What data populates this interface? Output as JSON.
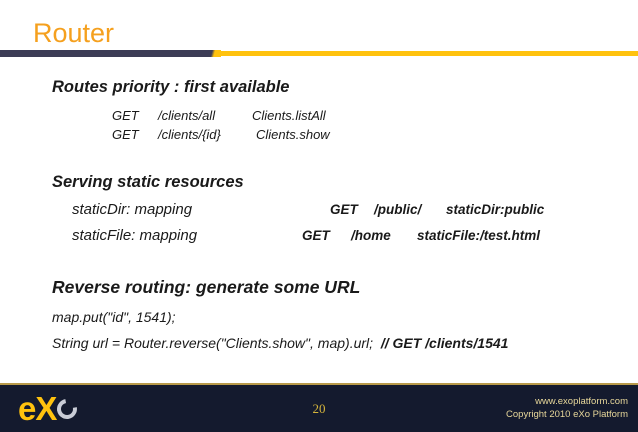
{
  "slide": {
    "title": "Router",
    "page_number": "20",
    "accent_orange": "#F5A01E",
    "accent_yellow": "#FFC20E",
    "navy": "#3c3c56",
    "footer_navy": "#141a2e"
  },
  "sections": {
    "routes": {
      "heading": "Routes priority : first available",
      "rows": [
        {
          "method": "GET",
          "path": "/clients/all",
          "handler": "Clients.listAll"
        },
        {
          "method": "GET",
          "path": "/clients/{id}",
          "handler": "Clients.show"
        }
      ]
    },
    "static": {
      "heading": "Serving static resources",
      "rows": [
        {
          "label": "staticDir: mapping",
          "method": "GET",
          "path": "/public/",
          "handler": "staticDir:public"
        },
        {
          "label": "staticFile: mapping",
          "method": "GET",
          "path": "/home",
          "handler": "staticFile:/test.html"
        }
      ]
    },
    "reverse": {
      "heading": "Reverse routing: generate some URL",
      "code_line_1": "map.put(\"id\", 1541);",
      "code_line_2": "String url = Router.reverse(\"Clients.show\", map).url;",
      "code_comment": "// GET /clients/1541"
    }
  },
  "footer": {
    "logo_e": "e",
    "logo_x": "X",
    "logo_o_icon": "ring-o-icon",
    "website": "www.exoplatform.com",
    "copyright": "Copyright 2010 eXo Platform"
  }
}
